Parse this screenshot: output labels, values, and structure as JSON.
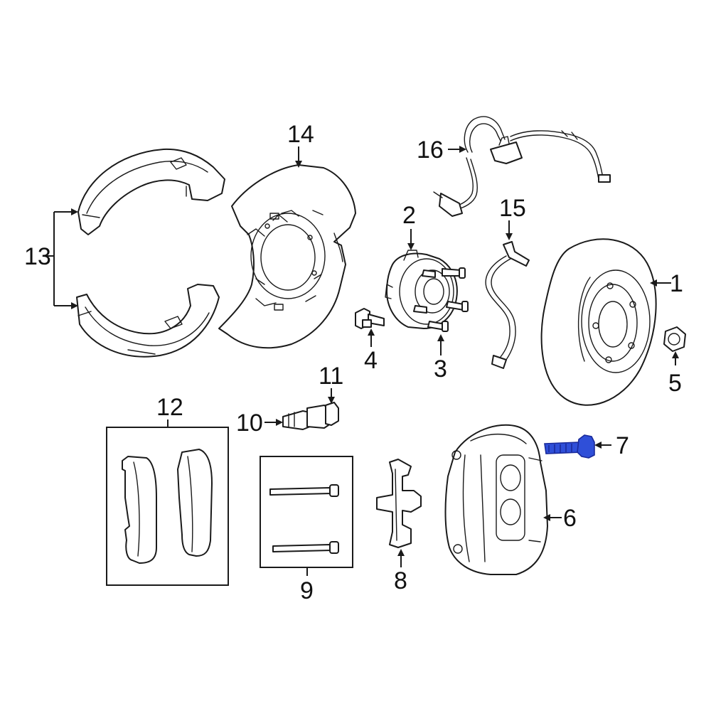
{
  "diagram": {
    "highlight_color": "#2f4fd8",
    "line_color": "#1a1a1a",
    "background": "#ffffff",
    "callouts": [
      {
        "id": "1",
        "label": "1",
        "part": "brake-rotor"
      },
      {
        "id": "2",
        "label": "2",
        "part": "hub-bearing"
      },
      {
        "id": "3",
        "label": "3",
        "part": "wheel-stud"
      },
      {
        "id": "4",
        "label": "4",
        "part": "hub-bolt"
      },
      {
        "id": "5",
        "label": "5",
        "part": "lug-nut"
      },
      {
        "id": "6",
        "label": "6",
        "part": "brake-caliper"
      },
      {
        "id": "7",
        "label": "7",
        "part": "caliper-bolt",
        "highlighted": true
      },
      {
        "id": "8",
        "label": "8",
        "part": "anti-rattle-spring"
      },
      {
        "id": "9",
        "label": "9",
        "part": "pad-pins"
      },
      {
        "id": "10",
        "label": "10",
        "part": "bleeder-screw"
      },
      {
        "id": "11",
        "label": "11",
        "part": "bleeder-cap"
      },
      {
        "id": "12",
        "label": "12",
        "part": "brake-pads"
      },
      {
        "id": "13",
        "label": "13",
        "part": "parking-brake-shoes"
      },
      {
        "id": "14",
        "label": "14",
        "part": "splash-shield"
      },
      {
        "id": "15",
        "label": "15",
        "part": "brake-hose"
      },
      {
        "id": "16",
        "label": "16",
        "part": "abs-sensor"
      }
    ]
  }
}
